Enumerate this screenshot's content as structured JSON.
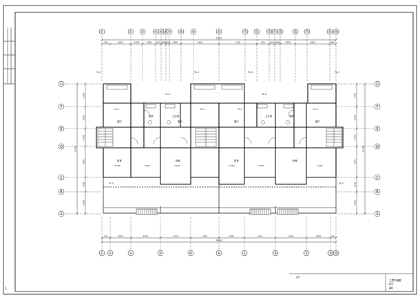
{
  "drawing": {
    "top_axis_labels": [
      "①",
      "②",
      "③",
      "④",
      "⑤",
      "⑥",
      "⑦",
      "⑧",
      "⑨",
      "⑩",
      "⑪",
      "⑫",
      "⑬",
      "⑭",
      "⑮",
      "⑯",
      "⑰",
      "⑱",
      "⑲"
    ],
    "bottom_axis_labels": [
      "①",
      "②",
      "③",
      "⑤",
      "⑨",
      "⑩",
      "⑪",
      "⑭",
      "⑰",
      "⑱",
      "⑲"
    ],
    "left_axis_labels": [
      "G",
      "F",
      "E",
      "D",
      "C",
      "B",
      "A"
    ],
    "right_axis_labels": [
      "G",
      "F",
      "E",
      "D",
      "C",
      "B",
      "A"
    ],
    "top_dims_row1": [
      "900",
      "3600",
      "1400",
      "1800",
      "200",
      "200",
      "1500",
      "3600",
      "3600",
      "1500",
      "200",
      "200",
      "1800",
      "1400",
      "3600",
      "900"
    ],
    "top_overall": "21600",
    "bottom_dims_row1": [
      "900",
      "3600",
      "4000",
      "4000",
      "3600",
      "3600",
      "4000",
      "4000",
      "3600",
      "900"
    ],
    "bottom_overall": "29600",
    "left_dims": [
      "2400",
      "3000",
      "2400",
      "4200",
      "1500",
      "3000"
    ],
    "left_total": "17600",
    "right_dims": [
      "2400",
      "3000",
      "2400",
      "4200",
      "1500",
      "3000"
    ],
    "right_total": "17500",
    "riser_tags": [
      "YL-3",
      "YL-3",
      "YL-3",
      "YL-3",
      "YL-1",
      "YL-1",
      "YL-1",
      "YL-1",
      "YL-4",
      "YL-4",
      "YL-2",
      "YL-2"
    ],
    "room_labels": [
      "卧室",
      "卧室",
      "卧室",
      "卧室",
      "客厅",
      "客厅",
      "客厅",
      "客厅",
      "厨房",
      "厨房",
      "卫生间",
      "卫生间"
    ],
    "temperature_labels": [
      "3,000",
      "3,000",
      "3,000",
      "3,000",
      "3,000",
      "3,000"
    ],
    "title_block": [
      "三层平面图",
      "设计",
      "校对",
      "审核"
    ],
    "page_number": "1"
  }
}
